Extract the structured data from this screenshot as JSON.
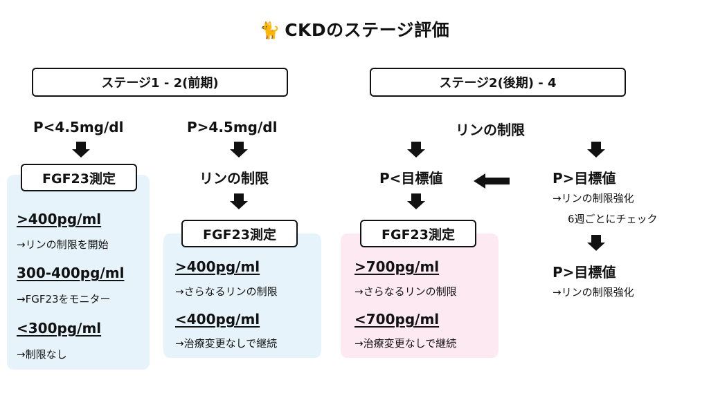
{
  "title": {
    "icon": "cat-emoji",
    "icon_glyph": "🐈",
    "text": "CKDのステージ評価"
  },
  "stage_early": {
    "header": "ステージ1 - 2(前期)",
    "col1": {
      "condition": "P<4.5mg/dl",
      "box": "FGF23測定",
      "items": [
        {
          "value": ">400pg/ml",
          "note": "→リンの制限を開始"
        },
        {
          "value": "300-400pg/ml",
          "note": "→FGF23をモニター"
        },
        {
          "value": "<300pg/ml",
          "note": "→制限なし"
        }
      ]
    },
    "col2": {
      "condition": "P>4.5mg/dl",
      "step": "リンの制限",
      "box": "FGF23測定",
      "items": [
        {
          "value": ">400pg/ml",
          "note": "→さらなるリンの制限"
        },
        {
          "value": "<400pg/ml",
          "note": "→治療変更なしで継続"
        }
      ]
    }
  },
  "stage_late": {
    "header": "ステージ2(後期) - 4",
    "top_step": "リンの制限",
    "col3": {
      "condition": "P<目標値",
      "box": "FGF23測定",
      "items": [
        {
          "value": ">700pg/ml",
          "note": "→さらなるリンの制限"
        },
        {
          "value": "<700pg/ml",
          "note": "→治療変更なしで継続"
        }
      ]
    },
    "col4": {
      "condition1": "P>目標値",
      "note1_line1": "→リンの制限強化",
      "note1_line2": "6週ごとにチェック",
      "condition2": "P>目標値",
      "note2": "→リンの制限強化"
    }
  },
  "colors": {
    "panel_blue": "#e6f3fb",
    "panel_pink": "#fde9f2",
    "ink": "#111111"
  }
}
